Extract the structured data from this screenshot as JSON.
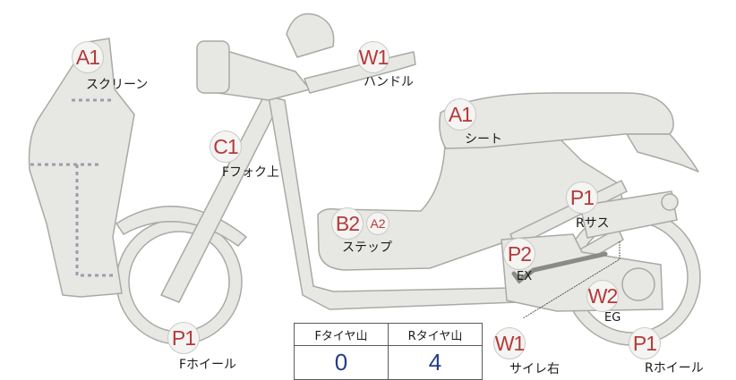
{
  "parts": [
    {
      "key": "screen",
      "code": "A1",
      "label": "スクリーン"
    },
    {
      "key": "handle",
      "code": "W1",
      "label": "ハンドル"
    },
    {
      "key": "seat",
      "code": "A1",
      "label": "シート"
    },
    {
      "key": "fork",
      "code": "C1",
      "label": "Fフォク上"
    },
    {
      "key": "step",
      "code": "B2",
      "code2": "A2",
      "label": "ステップ"
    },
    {
      "key": "rsus",
      "code": "P1",
      "label": "Rサス"
    },
    {
      "key": "ex",
      "code": "P2",
      "label": "EX"
    },
    {
      "key": "eg",
      "code": "W2",
      "label": "EG"
    },
    {
      "key": "fwheel",
      "code": "P1",
      "label": "Fホイール"
    },
    {
      "key": "muffler",
      "code": "W1",
      "label": "サイレ右"
    },
    {
      "key": "rwheel",
      "code": "P1",
      "label": "Rホイール"
    }
  ],
  "tread_table": {
    "headers": [
      "Fタイヤ山",
      "Rタイヤ山"
    ],
    "values": [
      "0",
      "4"
    ]
  },
  "colors": {
    "badge_text": "#b53a3a",
    "tread_value": "#263b8c",
    "body_fill": "#e6e6e3",
    "outline": "#aaaaaa"
  }
}
